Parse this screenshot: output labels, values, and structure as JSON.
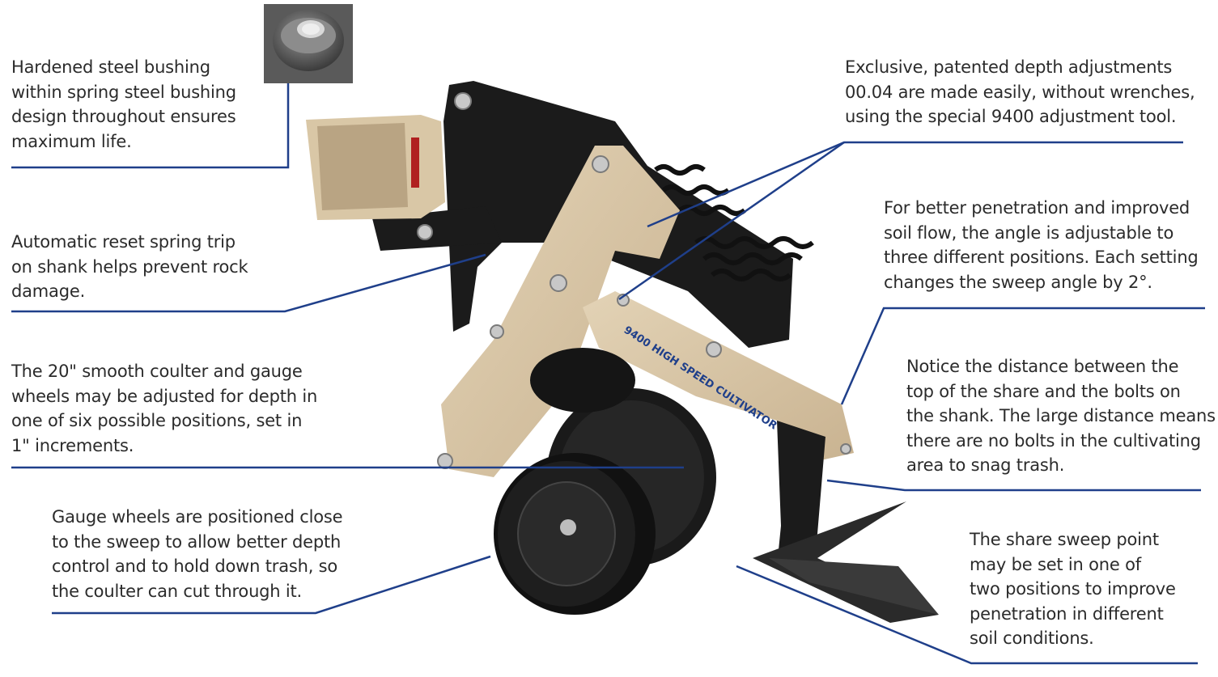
{
  "callouts": {
    "bushing": "Hardened steel bushing\nwithin spring steel bushing\ndesign throughout ensures\nmaximum life.",
    "spring_trip": "Automatic reset spring trip\non shank helps prevent rock\ndamage.",
    "coulter": "The 20\" smooth coulter and gauge\nwheels may be adjusted for depth in\none of six possible positions, set in\n1\" increments.",
    "gauge_wheels": "Gauge wheels are positioned close\nto the sweep to allow better depth\ncontrol and to hold down trash, so\nthe coulter can cut through it.",
    "depth_adjust": "Exclusive, patented depth adjustments\n00.04 are made easily, without wrenches,\nusing the special 9400 adjustment tool.",
    "penetration": "For better penetration and improved\nsoil flow, the angle is adjustable to\nthree different positions. Each setting\nchanges the sweep angle by 2°.",
    "share_distance": "Notice the distance between the\ntop of the share and the bolts on\nthe shank. The large distance means\nthere are no bolts in the cultivating\narea to snag trash.",
    "sweep_point": "The share sweep point\nmay be set in one of\ntwo positions to improve\npenetration in different\nsoil conditions."
  },
  "frame_label": "9400 HIGH SPEED CULTIVATOR",
  "colors": {
    "leader_line": "#1f3f8a",
    "frame_tan": "#d6c3a3",
    "steel_black": "#1b1b1b",
    "text": "#2b2b2b"
  },
  "icons": [
    "bushing-photo",
    "cultivator-illustration",
    "spring-icon",
    "bolt-icon"
  ]
}
